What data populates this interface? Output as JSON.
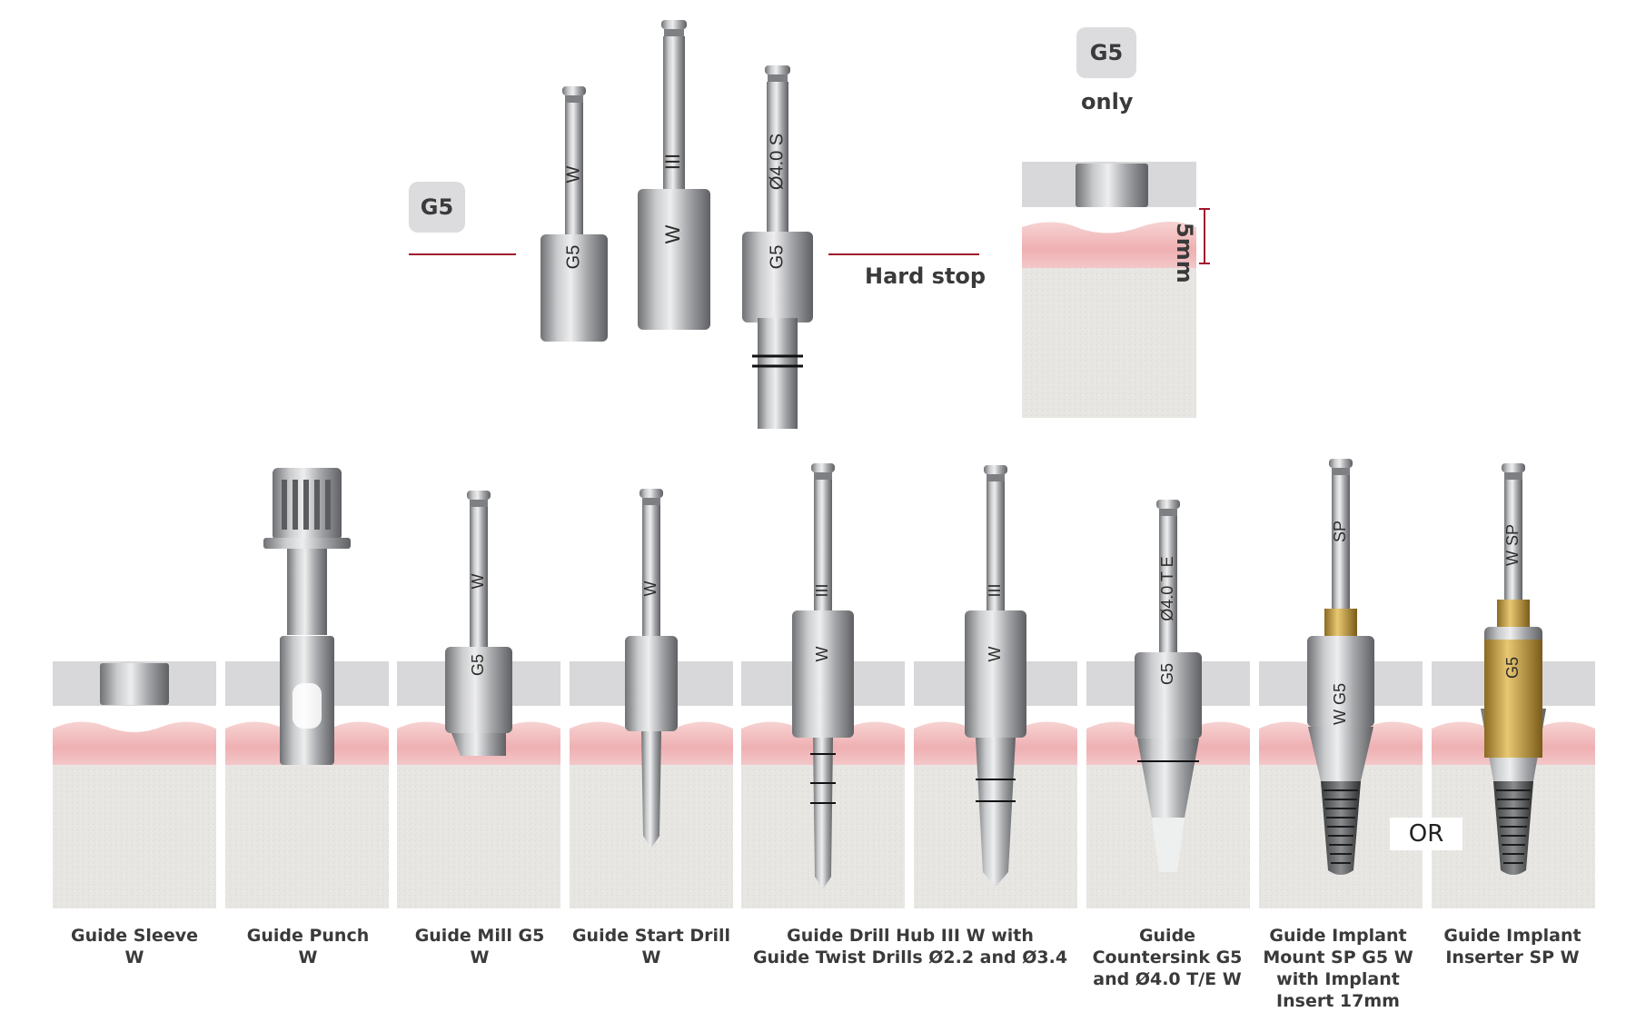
{
  "top": {
    "badge_left": "G5",
    "badge_right": "G5",
    "only_label": "only",
    "hard_stop_label": "Hard stop",
    "depth_label": "5mm",
    "tool_marks": [
      "W",
      "G5",
      "III",
      "W",
      "Ø4.0 S",
      "G5"
    ]
  },
  "instruments": [
    {
      "lines": [
        "Guide Sleeve",
        "W"
      ],
      "marks": []
    },
    {
      "lines": [
        "Guide Punch",
        "W"
      ],
      "marks": []
    },
    {
      "lines": [
        "Guide Mill G5",
        "W"
      ],
      "marks": [
        "W",
        "G5"
      ]
    },
    {
      "lines": [
        "Guide Start Drill",
        "W"
      ],
      "marks": [
        "W"
      ]
    },
    {
      "lines": [
        "Guide Drill Hub III W with",
        "Guide Twist Drills Ø2.2 and Ø3.4"
      ],
      "marks": [
        "III",
        "W"
      ]
    },
    {
      "lines": [],
      "marks": [
        "III",
        "W"
      ]
    },
    {
      "lines": [
        "Guide",
        "Countersink G5",
        "and Ø4.0 T/E W"
      ],
      "marks": [
        "Ø4.0 T E",
        "G5"
      ]
    },
    {
      "lines": [
        "Guide Implant",
        "Mount SP G5 W",
        "with Implant",
        "Insert 17mm"
      ],
      "marks": [
        "SP",
        "W G5"
      ]
    },
    {
      "lines": [
        "Guide Implant",
        "Inserter SP W"
      ],
      "marks": [
        "W SP",
        "G5"
      ]
    }
  ],
  "or_label": "OR",
  "colors": {
    "gum": "#efb3b4",
    "bone": "#e6e5e1",
    "sleeve": "#d8d8da",
    "stop_line": "#a0182e",
    "titanium": "#a9abad",
    "gold": "#c9a24a"
  }
}
